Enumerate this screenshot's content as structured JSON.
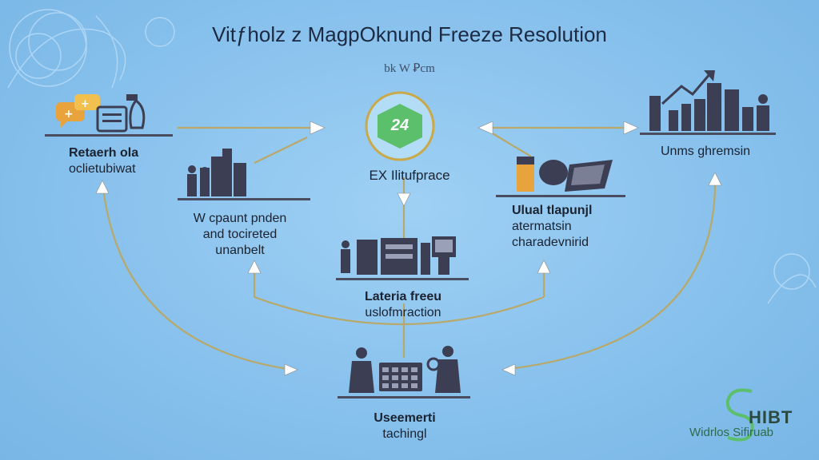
{
  "title": "Vitƒholz z MagpOknund Freeze Resolution",
  "subtitle": "bk W Ꝑcm",
  "hub": {
    "badge": "24",
    "label": "EX Ιlitufprace"
  },
  "nodes": {
    "top_left": {
      "line1": "Retaerh ola",
      "line2": "oclietubiwat"
    },
    "mid_left": {
      "line1": "W cpaunt pnden",
      "line2": "and tocireted",
      "line3": "unanbelt"
    },
    "mid_right": {
      "line1": "Ulual tlapunjl",
      "line2": "atermatsin",
      "line3": "charadevnirid"
    },
    "top_right": {
      "line1": "Unms ghremsin"
    },
    "center": {
      "line1": "Lateria freeu",
      "line2": "uslofmraction"
    },
    "bottom": {
      "line1": "Useemerti",
      "line2": "tachingl"
    }
  },
  "logo": {
    "mark": "S",
    "big": "HIBT",
    "small": "Widrlos Sifiruab"
  },
  "colors": {
    "background": "#8ec5ee",
    "connector": "#b8a869",
    "hub_ring": "#c9a94a",
    "hub_badge": "#5cbf6c",
    "icons": "#3c3e54",
    "accent": "#e8a33c"
  }
}
